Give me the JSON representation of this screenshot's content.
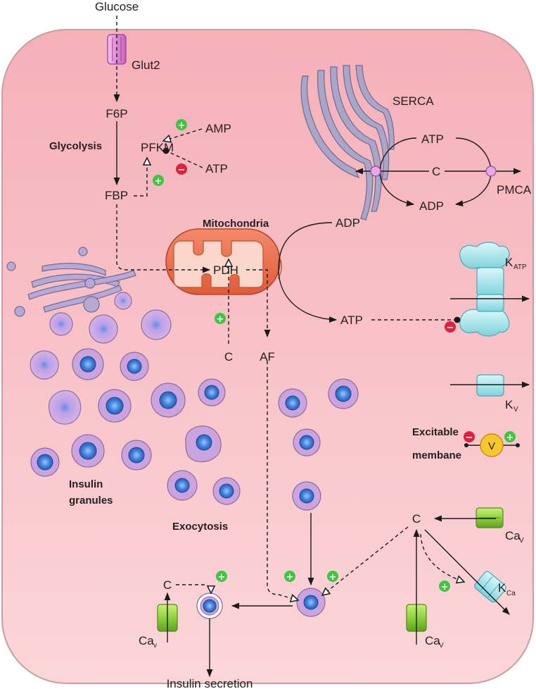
{
  "labels": {
    "glucose": "Glucose",
    "glut2": "Glut2",
    "f6p": "F6P",
    "glycolysis": "Glycolysis",
    "pfkm": "PFKM",
    "amp": "AMP",
    "atp_pfkm": "ATP",
    "fbp": "FBP",
    "serca": "SERCA",
    "atp_pump": "ATP",
    "c_pump": "C",
    "adp_pump": "ADP",
    "pmca": "PMCA",
    "mitochondria": "Mitochondria",
    "adp_mito": "ADP",
    "pdh": "PDH",
    "atp_mito": "ATP",
    "katp_k": "K",
    "katp_sub": "ATP",
    "c_pdh": "C",
    "af": "AF",
    "kv_k": "K",
    "kv_sub": "V",
    "excitable_1": "Excitable",
    "excitable_2": "membane",
    "v": "V",
    "insulin_1": "Insulin",
    "insulin_2": "granules",
    "exocytosis": "Exocytosis",
    "c_right": "C",
    "cav_right_1": "Ca",
    "cav_right_1_sub": "V",
    "kca_k": "K",
    "kca_sub": "Ca",
    "c_left": "C",
    "cav_left": "Ca",
    "cav_left_sub": "v",
    "cav_bottom": "Ca",
    "cav_bottom_sub": "V",
    "insulin_secretion": "Insulin secretion"
  },
  "signs": {
    "plus": "+",
    "minus": "−"
  },
  "colors": {
    "cell_fill": "#f7bcc3",
    "cell_stroke": "#c8a3a8",
    "mito_fill": "#ee7655",
    "mito_stroke": "#c44a2c",
    "er_fill": "#a9a5c9",
    "granule_outer": "#c5a0d6",
    "granule_core": "#3a78d6",
    "channel_green": "#8fd13c",
    "channel_cyan": "#9be2e9",
    "transporter_pink": "#e28ad9",
    "plus_green": "#3cc73f",
    "minus_red": "#e0203c",
    "voltmeter": "#f7c62c"
  }
}
